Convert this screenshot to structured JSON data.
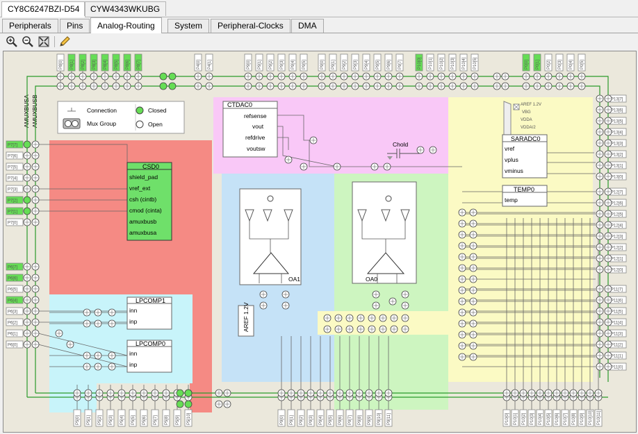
{
  "doc_tabs": [
    {
      "label": "CY8C6247BZI-D54",
      "active": true
    },
    {
      "label": "CYW4343WKUBG",
      "active": false
    }
  ],
  "sub_tabs": [
    {
      "label": "Peripherals",
      "active": false
    },
    {
      "label": "Pins",
      "active": false
    },
    {
      "label": "Analog-Routing",
      "active": true
    },
    {
      "label": "System",
      "active": false
    },
    {
      "label": "Peripheral-Clocks",
      "active": false
    },
    {
      "label": "DMA",
      "active": false
    }
  ],
  "toolbar": {
    "icons": [
      "zoom-in-icon",
      "zoom-out-icon",
      "zoom-fit-icon",
      "pencil-icon"
    ]
  },
  "legend": {
    "connection": "Connection",
    "mux_group": "Mux Group",
    "closed": "Closed",
    "open": "Open"
  },
  "bus_labels": {
    "amuxbusa": "AMUXBUSA",
    "amuxbusb": "AMUXBUSB"
  },
  "blocks": {
    "ctdac": {
      "title": "CTDAC0",
      "ports": [
        "refsense",
        "vout",
        "refdrive",
        "voutsw"
      ]
    },
    "csd": {
      "title": "CSD0",
      "ports": [
        "shield_pad",
        "vref_ext",
        "csh (cintb)",
        "cmod (cinta)",
        "amuxbusb",
        "amuxbusa"
      ]
    },
    "lpcomp1": {
      "title": "LPCOMP1",
      "ports": [
        "inn",
        "inp"
      ]
    },
    "lpcomp0": {
      "title": "LPCOMP0",
      "ports": [
        "inn",
        "inp"
      ]
    },
    "sarmux": {
      "items": [
        "AREF 1.2V",
        "VBG",
        "VDDA",
        "VDDA/2"
      ]
    },
    "saradc": {
      "title": "SARADC0",
      "ports": [
        "vref",
        "vplus",
        "vminus"
      ]
    },
    "temp": {
      "title": "TEMP0",
      "ports": [
        "temp"
      ]
    },
    "oa1": {
      "label": "OA1"
    },
    "oa0": {
      "label": "OA0"
    },
    "aref": {
      "label": "AREF 1.2V"
    },
    "cshold": {
      "label": "Chold"
    }
  },
  "pins": {
    "top_p8": [
      "P8[0]",
      "P8[1]",
      "P8[2]",
      "P8[3]",
      "P8[4]",
      "P8[5]",
      "P8[6]",
      "P8[7]"
    ],
    "top_p8_conn": [
      false,
      true,
      true,
      true,
      true,
      true,
      true,
      true
    ],
    "top_p4": [
      "P4[0]",
      "P4[1]"
    ],
    "top_p9a": [
      "P9[0]",
      "P9[1]",
      "P9[2]",
      "P9[3]",
      "P9[4]",
      "P9[5]"
    ],
    "top_p9b": [
      "P9[0]",
      "P9[1]",
      "P9[2]",
      "P9[3]",
      "P9[4]",
      "P9[5]",
      "P9[6]",
      "P9[7]"
    ],
    "top_p10a": [
      "P10[0]",
      "P10[1]",
      "P10[2]",
      "P10[3]",
      "P10[4]",
      "P10[5]"
    ],
    "top_p10a_conn": [
      true,
      false,
      false,
      false,
      false,
      false
    ],
    "top_p10b": [
      "P0[0]",
      "P0[1]",
      "P0[2]",
      "P0[3]",
      "P0[4]",
      "P0[5]"
    ],
    "top_p10b_conn": [
      true,
      true,
      false,
      false,
      false,
      false
    ],
    "left_p7": [
      "P7[7]",
      "P7[6]",
      "P7[5]",
      "P7[4]",
      "P7[3]",
      "P7[2]",
      "P7[1]",
      "P7[0]"
    ],
    "left_p7_conn": [
      true,
      false,
      false,
      false,
      false,
      true,
      true,
      false
    ],
    "left_p6": [
      "P6[7]",
      "P6[6]",
      "P6[5]",
      "P6[4]",
      "P6[3]",
      "P6[2]",
      "P6[1]",
      "P6[0]"
    ],
    "left_p6_conn": [
      true,
      true,
      false,
      true,
      false,
      false,
      false,
      false
    ],
    "right_p13": [
      "P13[7]",
      "P13[6]",
      "P13[5]",
      "P13[4]",
      "P13[3]",
      "P13[2]",
      "P13[1]",
      "P13[0]"
    ],
    "right_p12": [
      "P12[7]",
      "P12[6]",
      "P12[5]",
      "P12[4]",
      "P12[3]",
      "P12[2]",
      "P12[1]",
      "P12[0]"
    ],
    "right_p11": [
      "P11[7]",
      "P11[6]",
      "P11[5]",
      "P11[4]",
      "P11[3]",
      "P11[2]",
      "P11[1]",
      "P11[0]"
    ],
    "bottom_p5": [
      "P5[0]",
      "P5[1]",
      "P5[2]",
      "P5[3]",
      "P5[4]",
      "P5[5]",
      "P5[6]",
      "P5[7]",
      "P5[8]",
      "P5[9]",
      "P5[10]"
    ],
    "bottom_p9": [
      "P9[0]",
      "P9[1]",
      "P9[2]",
      "P9[3]",
      "P9[4]",
      "P9[5]",
      "P9[6]",
      "P9[7]",
      "P9[8]",
      "P9[9]",
      "P9[10]",
      "P9[11]"
    ],
    "bottom_p10": [
      "P10[0]",
      "P10[1]",
      "P10[2]",
      "P10[3]",
      "P10[4]",
      "P10[5]",
      "P10[6]",
      "P10[7]",
      "P10[8]",
      "P10[9]",
      "P10[10]",
      "P10[11]"
    ]
  },
  "colors": {
    "closed": "#66dd55",
    "open": "#ffffff",
    "wire_green": "#2a9a2a",
    "wire_gray": "#666666",
    "csd_region": "#f58a84",
    "lpcomp_region": "#c8f4fa",
    "ctdac_region": "#f9c8f7",
    "oa_region": "#c5e2f7",
    "oa0_region": "#cdf5c0",
    "sar_region": "#fbfac4",
    "block_csd": "#6fe06a"
  }
}
